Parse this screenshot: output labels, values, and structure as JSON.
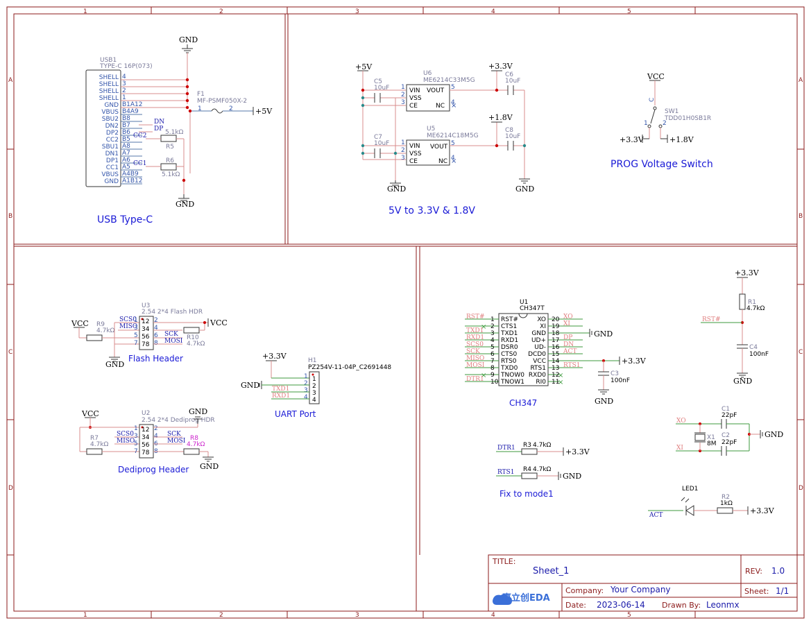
{
  "sheet": {
    "grid_cols": [
      "1",
      "2",
      "3",
      "4",
      "5"
    ],
    "grid_rows": [
      "A",
      "B",
      "C",
      "D"
    ],
    "sections": {
      "usb": "USB Type-C",
      "power": "5V to 3.3V & 1.8V",
      "prog": "PROG Voltage Switch",
      "flash": "Flash Header",
      "dediprog": "Dediprog Header",
      "uart": "UART Port",
      "ch347": "CH347",
      "mode": "Fix to mode1"
    }
  },
  "nets": {
    "gnd": "GND",
    "v5": "+5V",
    "v33": "+3.3V",
    "v18": "+1.8V",
    "vcc": "VCC",
    "ivcc": "VCC"
  },
  "usb": {
    "ref": "USB1",
    "value": "TYPE-C 16P(073)",
    "pins": [
      "SHELL",
      "SHELL",
      "SHELL",
      "SHELL",
      "GND",
      "VBUS",
      "SBU2",
      "DN2",
      "DP2",
      "CC2",
      "SBU1",
      "DN1",
      "DP1",
      "CC1",
      "VBUS",
      "GND"
    ],
    "pin_numbers": [
      "4",
      "3",
      "2",
      "1",
      "B1A12",
      "B4A9",
      "B8",
      "B7",
      "B6",
      "B5",
      "A8",
      "A7",
      "A6",
      "A5",
      "A4B9",
      "A1B12"
    ],
    "f1_ref": "F1",
    "f1_value": "MF-PSMF050X-2",
    "f1_pin1": "1",
    "f1_pin2": "2",
    "r5_ref": "R5",
    "r5_value": "5.1kΩ",
    "r6_ref": "R6",
    "r6_value": "5.1kΩ",
    "net_dn": "DN",
    "net_dp": "DP",
    "net_cc2": "CC2",
    "net_cc1": "CC1"
  },
  "power": {
    "u6_ref": "U6",
    "u6_value": "ME6214C33M5G",
    "u5_ref": "U5",
    "u5_value": "ME6214C18M5G",
    "ldo_pins": [
      "VIN",
      "VSS",
      "CE"
    ],
    "ldo_out": "VOUT",
    "ldo_nc": "NC",
    "pin_nums": [
      "1",
      "2",
      "3"
    ],
    "pin_out": "5",
    "pin_nc": "4",
    "c5_ref": "C5",
    "c5_value": "10uF",
    "c6_ref": "C6",
    "c6_value": "10uF",
    "c7_ref": "C7",
    "c7_value": "10uF",
    "c8_ref": "C8",
    "c8_value": "10uF"
  },
  "prog": {
    "sw_ref": "SW1",
    "sw_value": "TDD01H0SB1R",
    "pin_c": "C",
    "pin_1": "1",
    "pin_2": "2"
  },
  "flash": {
    "ref": "U3",
    "value": "2.54 2*4 Flash HDR",
    "rows": [
      "12",
      "34",
      "56",
      "78"
    ],
    "left_nums": [
      "1",
      "3",
      "5",
      "7"
    ],
    "right_nums": [
      "2",
      "4",
      "6",
      "8"
    ],
    "net_scs": "SCS0",
    "net_miso": "MISO",
    "net_sck": "SCK",
    "net_mosi": "MOSI",
    "r9_ref": "R9",
    "r9_value": "4.7kΩ",
    "r10_ref": "R10",
    "r10_value": "4.7kΩ"
  },
  "dediprog": {
    "ref": "U2",
    "value": "2.54 2*4 Dediprog HDR",
    "r7_ref": "R7",
    "r7_value": "4.7kΩ",
    "r8_ref": "R8",
    "r8_value": "4.7kΩ"
  },
  "uart": {
    "ref": "H1",
    "value": "PZ254V-11-04P_C2691448",
    "pins": [
      "1",
      "2",
      "3",
      "4"
    ],
    "txd": "TXD1",
    "rxd": "RXD1"
  },
  "ch347": {
    "ref": "U1",
    "value": "CH347T",
    "left_pins": [
      "RST#",
      "CTS1",
      "TXD1",
      "RXD1",
      "DSR0",
      "CTS0",
      "RTS0",
      "TXD0",
      "TNOW0",
      "TNOW1"
    ],
    "left_nums": [
      "1",
      "2",
      "3",
      "4",
      "5",
      "6",
      "7",
      "8",
      "9",
      "10"
    ],
    "right_pins": [
      "XO",
      "XI",
      "GND",
      "UD+",
      "UD-",
      "DCD0",
      "VCC",
      "RTS1",
      "RXD0",
      "RI0"
    ],
    "right_nums": [
      "20",
      "19",
      "18",
      "17",
      "16",
      "15",
      "14",
      "13",
      "12",
      "11"
    ],
    "left_nets": [
      "RST#",
      "",
      "TXD1",
      "RXD1",
      "SCS0",
      "SCK",
      "MISO",
      "MOSI",
      "",
      "DTR1"
    ],
    "right_nets": [
      "XO",
      "XI",
      "",
      "DP",
      "DN",
      "ACT",
      "",
      "RTS1",
      "",
      ""
    ],
    "c3_ref": "C3",
    "c3_value": "100nF"
  },
  "rst": {
    "r1_ref": "R1",
    "r1_value": "4.7kΩ",
    "c4_ref": "C4",
    "c4_value": "100nF",
    "net": "RST#"
  },
  "xtal": {
    "c1_ref": "C1",
    "c1_value": "22pF",
    "c2_ref": "C2",
    "c2_value": "22pF",
    "x1_ref": "X1",
    "x1_value": "8M",
    "net_xo": "XO",
    "net_xi": "XI"
  },
  "mode": {
    "r3_ref": "R3",
    "r3_value": "4.7kΩ",
    "r4_ref": "R4",
    "r4_value": "4.7kΩ",
    "net_dtr": "DTR1",
    "net_rts": "RTS1"
  },
  "led": {
    "ref": "LED1",
    "r2_ref": "R2",
    "r2_value": "1kΩ",
    "net": "ACT"
  },
  "titleblock": {
    "title_label": "TITLE:",
    "title": "Sheet_1",
    "rev_label": "REV:",
    "rev": "1.0",
    "company_label": "Company:",
    "company": "Your Company",
    "sheet_label": "Sheet:",
    "sheet": "1/1",
    "date_label": "Date:",
    "date": "2023-06-14",
    "drawn_label": "Drawn By:",
    "drawn": "Leonmx",
    "logo": "嘉立创EDA"
  },
  "colors": {
    "frame": "#8b1a1a",
    "wire": "#d98c8c",
    "netwire": "#3c9a3c",
    "title": "#1a1ad6",
    "junction": "#cc0000"
  }
}
